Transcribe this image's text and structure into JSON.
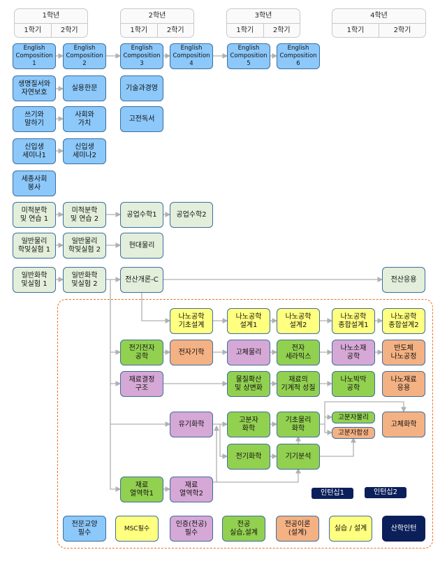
{
  "years": [
    {
      "label": "1학년",
      "s1": "1학기",
      "s2": "2학기"
    },
    {
      "label": "2학년",
      "s1": "1학기",
      "s2": "2학기"
    },
    {
      "label": "3학년",
      "s1": "1학기",
      "s2": "2학기"
    },
    {
      "label": "4학년",
      "s1": "1학기",
      "s2": "2학기"
    }
  ],
  "courses": {
    "ec1": "English\nComposition\n1",
    "ec2": "English\nComposition\n2",
    "ec3": "English\nComposition\n3",
    "ec4": "English\nComposition\n4",
    "ec5": "English\nComposition\n5",
    "ec6": "English\nComposition\n6",
    "life": "생명질서와\n자연보호",
    "hanmun": "실용한문",
    "tech_mgmt": "기술과경영",
    "writing": "쓰기와\n말하기",
    "society": "사회와\n가치",
    "classics": "고전독서",
    "seminar1": "신입생\n세미나1",
    "seminar2": "신입생\n세미나2",
    "service": "세종사회\n봉사",
    "calc1": "미적분학\n및 연습 1",
    "calc2": "미적분학\n및 연습 2",
    "engmath1": "공업수학1",
    "engmath2": "공업수학2",
    "phys1": "일반물리\n학및실험 1",
    "phys2": "일반물리\n학및실험 2",
    "modern_phys": "현대물리",
    "chem1": "일반화학\n및실험 1",
    "chem2": "일반화학\n및실험 2",
    "comp_c": "전산개론-C",
    "comp_app": "전산응용",
    "nano_basic": "나노공학\n기초설계",
    "nano_d1": "나노공학\n설계1",
    "nano_d2": "나노공학\n설계2",
    "nano_c1": "나노공학\n종합설계1",
    "nano_c2": "나노공학\n종합설계2",
    "ee": "전기전자\n공학",
    "em": "전자기학",
    "solid_phys": "고체물리",
    "ceramics": "전자\n세라믹스",
    "nano_mat": "나노소재\n공학",
    "semi": "반도체\n나노공정",
    "crystal": "재료결정\n구조",
    "diffusion": "물질확산\n및 상변화",
    "mech": "재료의\n기계적 성질",
    "thin_film": "나노박막\n공학",
    "nano_app": "나노재료\n응용",
    "organic": "유기화학",
    "polymer_chem": "고분자\n화학",
    "phys_chem": "기초물리\n화학",
    "polymer_phys": "고분자물리",
    "polymer_syn": "고분자합성",
    "solid_chem": "고체화학",
    "electrochem": "전기화학",
    "instrument": "기기분석",
    "thermo1": "재료\n열역학1",
    "thermo2": "재료\n열역학2",
    "intern1": "인턴십1",
    "intern2": "인턴십2"
  },
  "legend": [
    "전문교양\n필수",
    "MSC필수",
    "인증(전공)\n필수",
    "전공\n실습,설계",
    "전공이론\n(설계)",
    "실습 / 설계",
    "산학인턴"
  ],
  "colors": {
    "general": "#8cc8fa",
    "basic": "#e3eedb",
    "msc": "#ffff80",
    "required": "#d6a8d6",
    "practice": "#92d050",
    "theory": "#f4b183",
    "intern": "#0b1f5a",
    "zone": "#f07020"
  }
}
